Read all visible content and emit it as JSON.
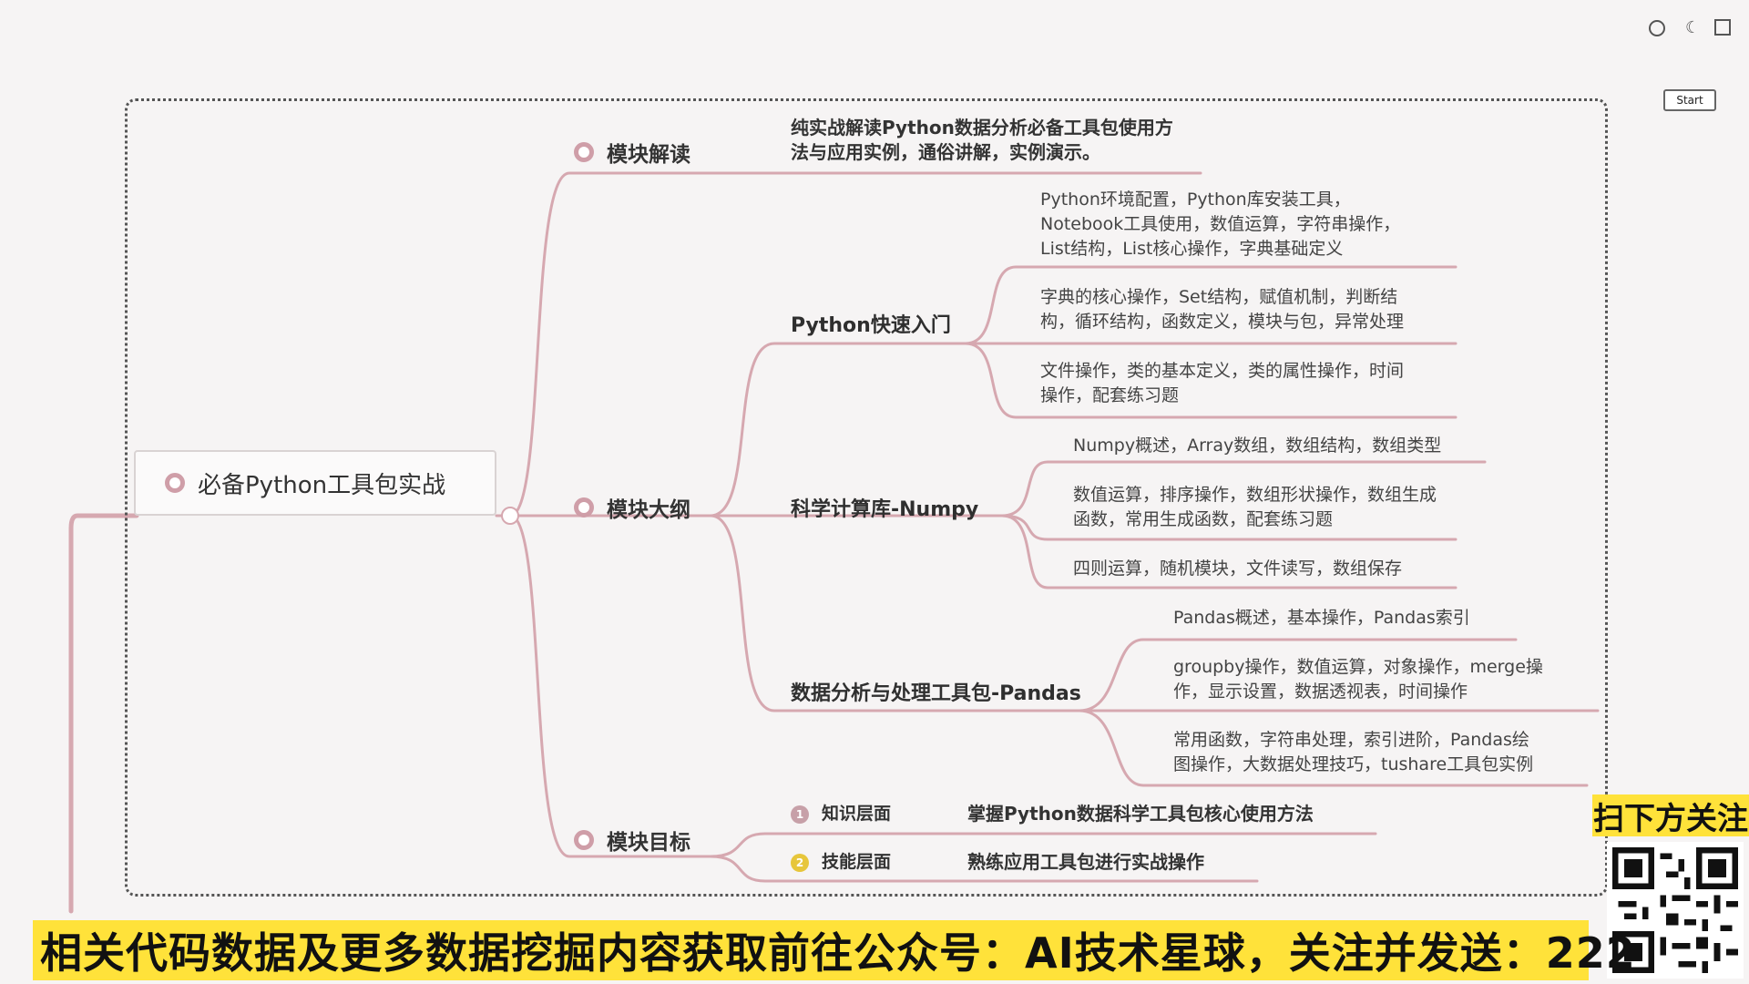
{
  "root": {
    "title": "必备Python工具包实战",
    "icon": "document-icon"
  },
  "branches": {
    "interpret": {
      "label": "模块解读",
      "text": [
        "纯实战解读Python数据分析必备工具包使用方",
        "法与应用实例，通俗讲解，实例演示。"
      ]
    },
    "outline": {
      "label": "模块大纲",
      "python": {
        "label": "Python快速入门",
        "items": [
          [
            "Python环境配置，Python库安装工具，",
            "Notebook工具使用，数值运算，字符串操作，",
            "List结构，List核心操作，字典基础定义"
          ],
          [
            "字典的核心操作，Set结构，赋值机制，判断结",
            "构，循环结构，函数定义，模块与包，异常处理"
          ],
          [
            "文件操作，类的基本定义，类的属性操作，时间",
            "操作，配套练习题"
          ]
        ]
      },
      "numpy": {
        "label": "科学计算库-Numpy",
        "items": [
          [
            "Numpy概述，Array数组，数组结构，数组类型"
          ],
          [
            "数值运算，排序操作，数组形状操作，数组生成",
            "函数，常用生成函数，配套练习题"
          ],
          [
            "四则运算，随机模块，文件读写，数组保存"
          ]
        ]
      },
      "pandas": {
        "label": "数据分析与处理工具包-Pandas",
        "items": [
          [
            "Pandas概述，基本操作，Pandas索引"
          ],
          [
            "groupby操作，数值运算，对象操作，merge操",
            "作，显示设置，数据透视表，时间操作"
          ],
          [
            "常用函数，字符串处理，索引进阶，Pandas绘",
            "图操作，大数据处理技巧，tushare工具包实例"
          ]
        ]
      }
    },
    "goals": {
      "label": "模块目标",
      "rows": [
        {
          "num": "1",
          "label": "知识层面",
          "text": "掌握Python数据科学工具包核心使用方法"
        },
        {
          "num": "2",
          "label": "技能层面",
          "text": "熟练应用工具包进行实战操作"
        }
      ]
    }
  },
  "toolbar": {
    "start_label": "Start"
  },
  "promo": {
    "right_label": "扫下方关注",
    "bottom_text": "相关代码数据及更多数据挖掘内容获取前往公众号：AI技术星球，关注并发送：222"
  },
  "colors": {
    "line": "#d6a8b0",
    "ring": "#cf9ea8",
    "banner": "#ffe23a"
  }
}
